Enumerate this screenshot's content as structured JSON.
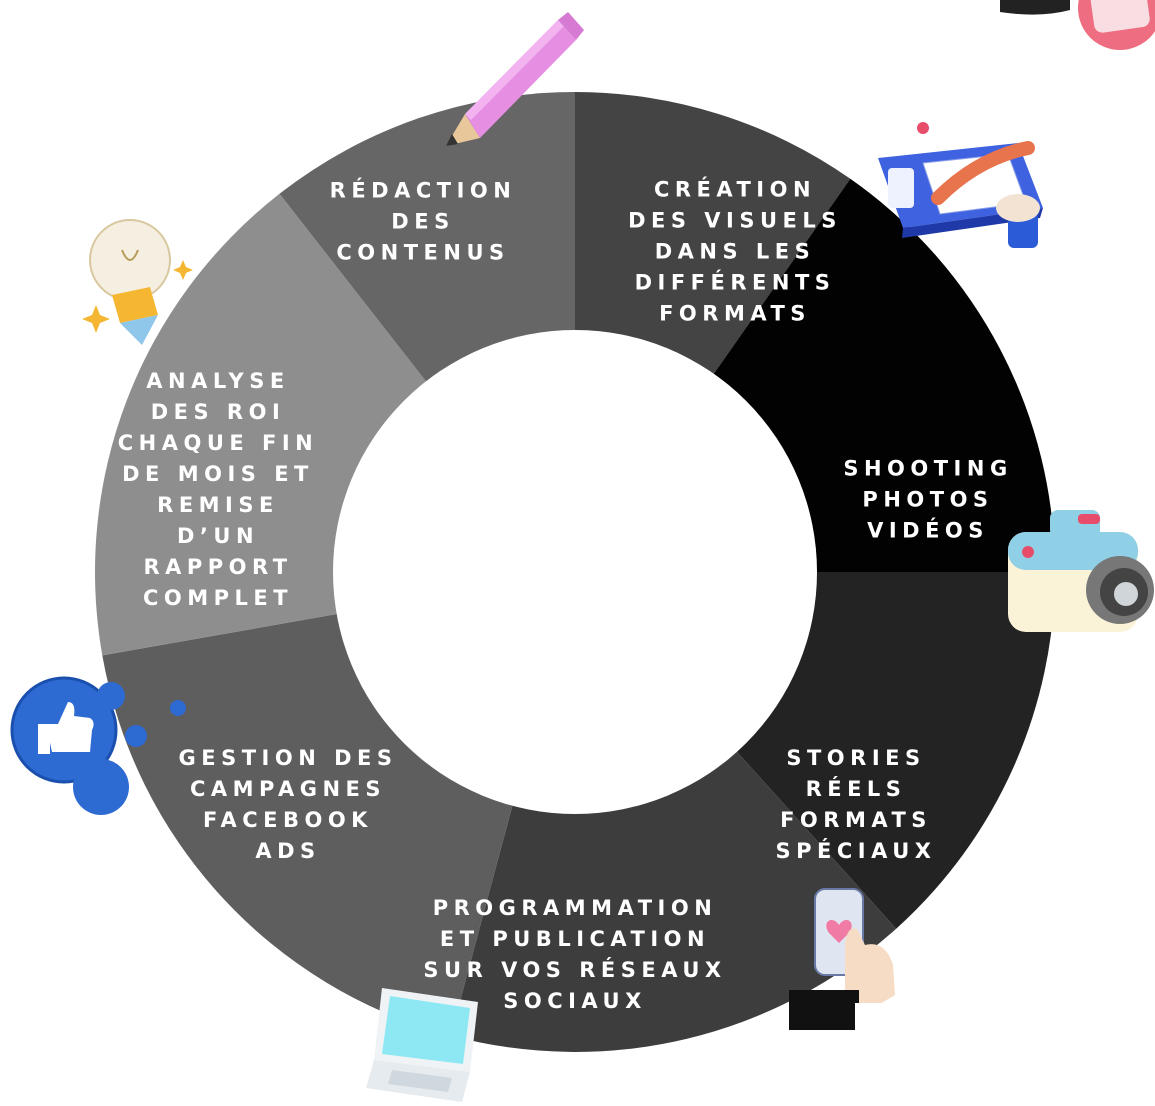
{
  "diagram": {
    "center": {
      "label": ""
    },
    "segments": [
      {
        "id": "redaction",
        "label": "RÉDACTION\nDES\nCONTENUS",
        "color": "#444444",
        "icon": "pencil-icon"
      },
      {
        "id": "creation",
        "label": "CRÉATION\nDES VISUELS\nDANS LES\nDIFFÉRENTS\nFORMATS",
        "color": "#020202",
        "icon": "drawing-tablet-icon"
      },
      {
        "id": "shooting",
        "label": "SHOOTING\nPHOTOS\nVIDÉOS",
        "color": "#232323",
        "icon": "camera-icon"
      },
      {
        "id": "stories",
        "label": "STORIES\nRÉELS\nFORMATS\nSPÉCIAUX",
        "color": "#3d3d3d",
        "icon": "smartphone-like-icon"
      },
      {
        "id": "programmation",
        "label": "PROGRAMMATION\nET PUBLICATION\nSUR VOS RÉSEAUX\nSOCIAUX",
        "color": "#5e5e5e",
        "icon": "laptop-icon"
      },
      {
        "id": "gestion",
        "label": "GESTION DES\nCAMPAGNES\nFACEBOOK\nADS",
        "color": "#8e8e8e",
        "icon": "facebook-like-icon"
      },
      {
        "id": "analyse",
        "label": "ANALYSE\nDES ROI\nCHAQUE FIN\nDE MOIS ET\nREMISE\nD’UN\nRAPPORT\nCOMPLET",
        "color": "#666666",
        "icon": "lightbulb-icon"
      }
    ]
  },
  "colors": {
    "text": "#ffffff",
    "background": "#ffffff",
    "center": "#ffffff"
  }
}
